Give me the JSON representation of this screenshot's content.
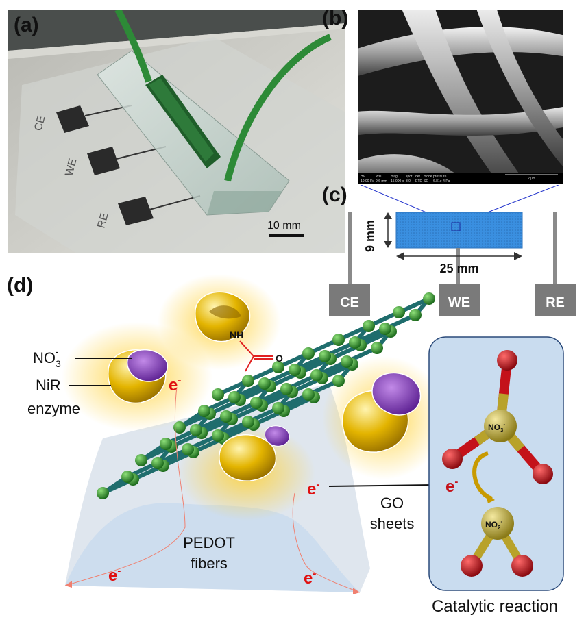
{
  "panels": {
    "a": {
      "label": "(a)",
      "electrodes": [
        "CE",
        "WE",
        "RE"
      ],
      "scale_bar": "10 mm"
    },
    "b": {
      "label": "(b)",
      "sem_bar": {
        "headers": [
          "HV",
          "WD",
          "mag",
          "spot",
          "det",
          "mode",
          "pressure"
        ],
        "values": [
          "10.00 kV",
          "9.6 mm",
          "15 000 x",
          "3.0",
          "ETD",
          "SE",
          "6.81e-4 Pa"
        ],
        "scale": "2 µm"
      }
    },
    "c": {
      "label": "(c)",
      "height": "9 mm",
      "width": "25 mm",
      "electrodes": [
        "CE",
        "WE",
        "RE"
      ]
    },
    "d": {
      "label": "(d)",
      "labels": {
        "no3": "NO",
        "no3_sub": "3",
        "no3_sup": "-",
        "nir": "NiR",
        "enzyme": "enzyme",
        "nh": "NH",
        "o": "O",
        "electron": "e",
        "electron_sup": "-",
        "go_1": "GO",
        "go_2": "sheets",
        "pedot_1": "PEDOT",
        "pedot_2": "fibers",
        "catalytic": "Catalytic reaction",
        "inset_no3": "NO",
        "inset_no3_sub": "3",
        "inset_no3_sup": "-",
        "inset_no2": "NO",
        "inset_no2_sub": "2",
        "inset_no2_sup": "-"
      }
    }
  },
  "colors": {
    "electrode": "#7a7a7a",
    "we_pad": "#3a8fe0",
    "graphene_node": "#2c8a2c",
    "graphene_bond": "#1f6d6d",
    "enzyme_gold": "#e3b400",
    "nitrate_purple": "#7a2fb8",
    "electron_red": "#e01010",
    "inset_bg": "#c9dcef",
    "oxygen": "#c4121a",
    "nitrogen": "#a88f1a"
  }
}
